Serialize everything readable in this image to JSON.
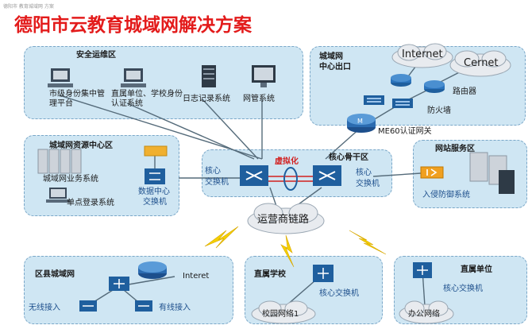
{
  "title": "德阳市云教育城域网解决方案",
  "header_small": "德阳市 教育城域网 方案",
  "security_zone": {
    "title": "安全运维区",
    "items": [
      "市级身份集中管理平台",
      "直属单位、学校身份认证系统",
      "日志记录系统",
      "网管系统"
    ]
  },
  "metro_exit": {
    "title_line1": "城域网",
    "title_line2": "中心出口",
    "internet": "Internet",
    "cernet": "Cernet",
    "router": "路由器",
    "firewall": "防火墙",
    "gateway": "ME60认证网关"
  },
  "resource_center": {
    "title": "城域网资源中心区",
    "business_system": "城域网业务系统",
    "sso": "单点登录系统",
    "dc_switch_line1": "数据中心",
    "dc_switch_line2": "交换机"
  },
  "core_backbone": {
    "title": "核心骨干区",
    "virtualization": "虚拟化",
    "left_switch_line1": "核心",
    "left_switch_line2": "交换机",
    "right_switch_line1": "核心",
    "right_switch_line2": "交换机"
  },
  "website_zone": {
    "title": "网站服务区",
    "ips": "入侵防御系统"
  },
  "carrier": {
    "label": "运营商链路"
  },
  "county": {
    "title": "区县城域网",
    "internet": "Interet",
    "wireless": "无线接入",
    "wired": "有线接入"
  },
  "school": {
    "title": "直属学校",
    "switch": "核心交换机",
    "campus_net": "校园网络1"
  },
  "unit": {
    "title": "直属单位",
    "switch": "核心交换机",
    "office_net": "办公网络"
  },
  "colors": {
    "title": "#e31b1b",
    "panel": "#cfe6f3",
    "panel_border": "#7aa7c8",
    "device": "#1f5f9e",
    "link": "#556b7a",
    "lightning": "#f5d000"
  }
}
